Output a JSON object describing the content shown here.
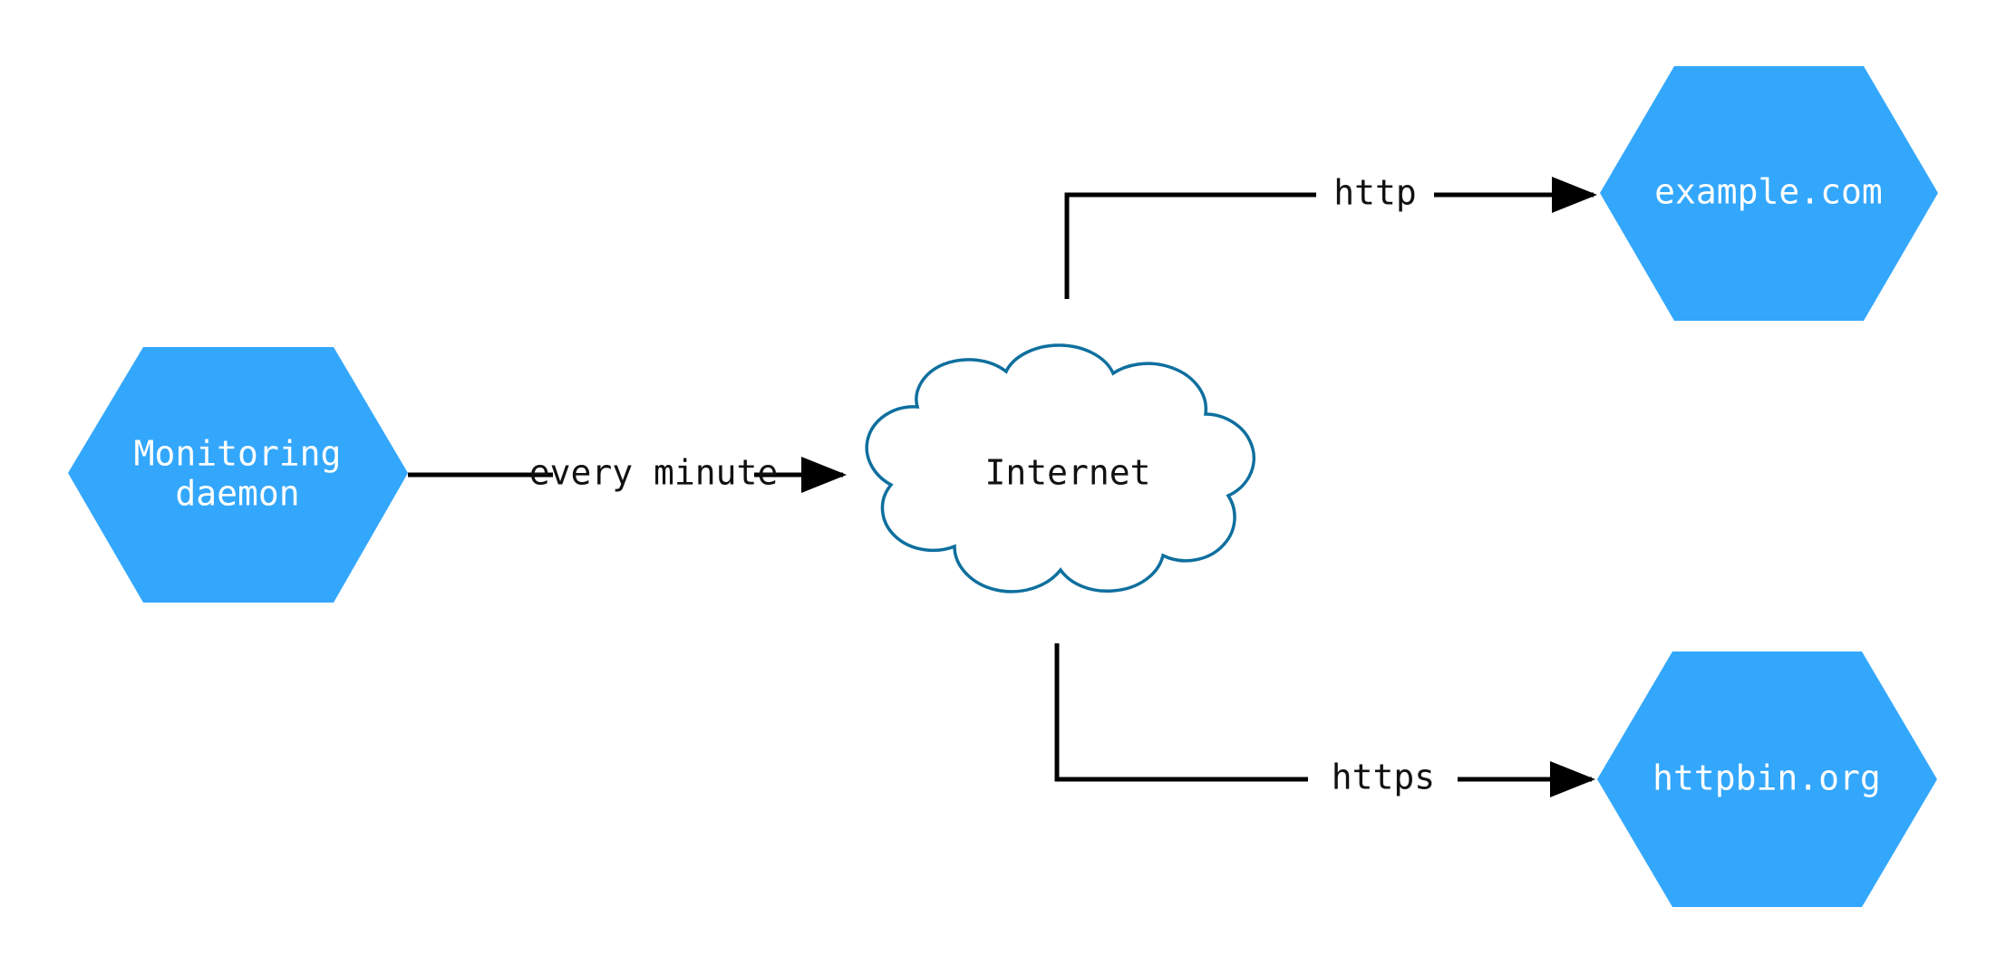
{
  "diagram": {
    "title": "Monitoring daemon network diagram",
    "background_color": "#ffffff",
    "node_fill_color": "#33a7fc",
    "node_text_color": "#ffffff",
    "cloud_stroke_color": "#0e6f9e",
    "edge_color": "#000000",
    "nodes": [
      {
        "id": "monitoring-daemon",
        "shape": "hexagon",
        "line1": "Monitoring",
        "line2": "daemon"
      },
      {
        "id": "internet",
        "shape": "cloud",
        "label": "Internet"
      },
      {
        "id": "example-com",
        "shape": "hexagon",
        "label": "example.com"
      },
      {
        "id": "httpbin-org",
        "shape": "hexagon",
        "label": "httpbin.org"
      }
    ],
    "edges": [
      {
        "id": "daemon-to-internet",
        "from": "monitoring-daemon",
        "to": "internet",
        "label": "every minute"
      },
      {
        "id": "internet-to-example",
        "from": "internet",
        "to": "example-com",
        "label": "http"
      },
      {
        "id": "internet-to-httpbin",
        "from": "internet",
        "to": "httpbin-org",
        "label": "https"
      }
    ]
  }
}
